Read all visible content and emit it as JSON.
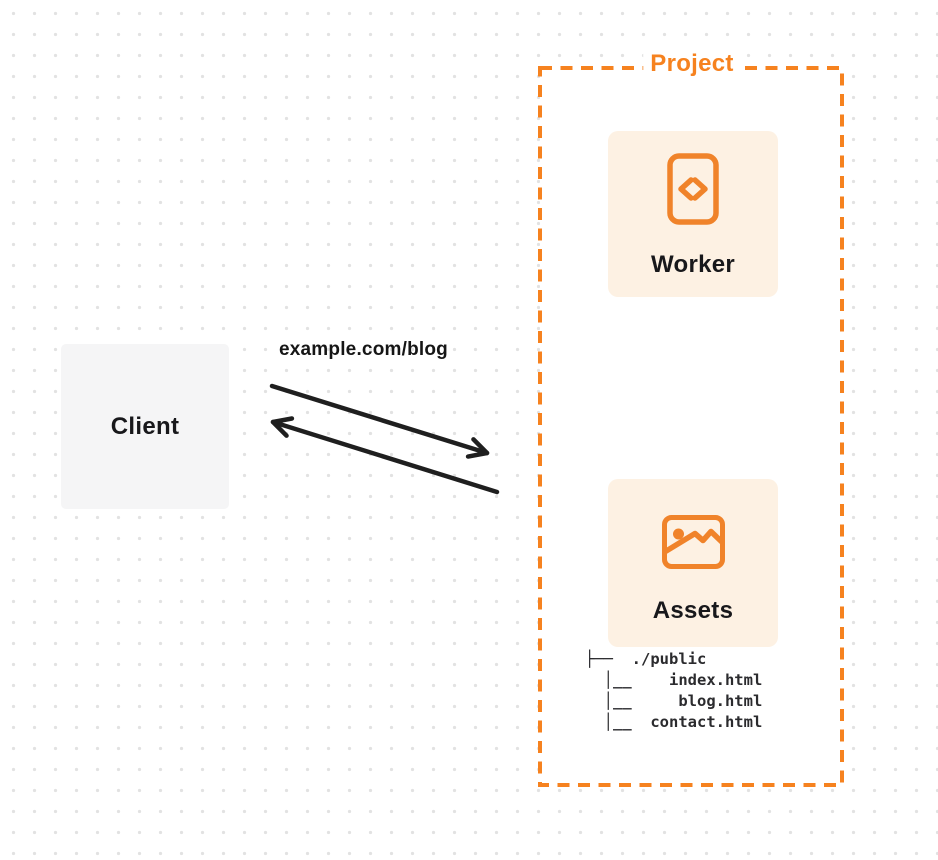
{
  "client": {
    "label": "Client"
  },
  "request": {
    "label": "example.com/blog",
    "request_arrow_direction": "client-to-project",
    "response_arrow_direction": "project-to-client"
  },
  "project": {
    "label": "Project",
    "worker": {
      "label": "Worker",
      "icon": "code-file-icon"
    },
    "assets": {
      "label": "Assets",
      "icon": "image-icon"
    },
    "file_tree": {
      "lines": [
        "├──  ./public",
        "  │__    index.html",
        "  │__     blog.html",
        "  │__  contact.html"
      ]
    }
  },
  "colors": {
    "accent_orange": "#f6821f",
    "card_background": "#fdf1e3",
    "client_background": "#f5f5f6",
    "arrow_dark": "#1f1f1f",
    "grid_dot": "#e2e2e2",
    "text_dark": "#18181b"
  }
}
